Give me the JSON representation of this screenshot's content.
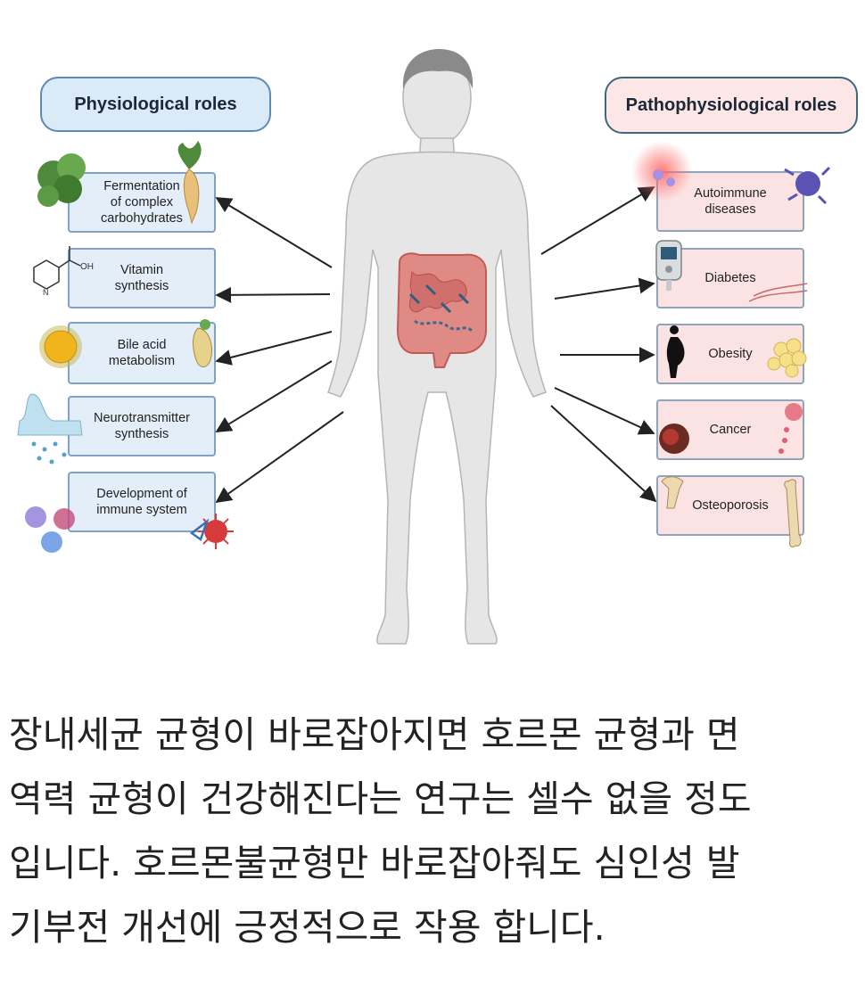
{
  "figure": {
    "left_heading": "Physiological roles",
    "right_heading": "Pathophysiological roles",
    "physiological_roles": [
      "Fermentation\nof complex\ncarbohydrates",
      "Vitamin\nsynthesis",
      "Bile acid\nmetabolism",
      "Neurotransmitter\nsynthesis",
      "Development of\nimmune system"
    ],
    "pathophysiological_roles": [
      "Autoimmune\ndiseases",
      "Diabetes",
      "Obesity",
      "Cancer",
      "Osteoporosis"
    ],
    "chem_label_oh": "OH",
    "chem_label_n": "N"
  },
  "caption": {
    "lines": [
      "장내세균 균형이 바로잡아지면 호르몬 균형과 면",
      "역력 균형이 건강해진다는 연구는 셀수 없을 정도",
      "입니다. 호르몬불균형만 바로잡아줘도 심인성 발",
      "기부전 개선에 긍정적으로 작용 합니다."
    ]
  },
  "colors": {
    "physio_box": "#e4eef8",
    "physio_border": "#7fa2c5",
    "disease_box": "#fbe3e4",
    "gut": "#e08a86",
    "body": "#e6e6e6"
  },
  "icons": [
    "lettuce-icon",
    "beet-icon",
    "pyridine-icon",
    "sun-icon",
    "root-icon",
    "synapse-icon",
    "immune-cells-icon",
    "virus-icon",
    "inflammation-icon",
    "immune-cell-icon",
    "glucometer-icon",
    "pregnant-silhouette-icon",
    "fat-cells-icon",
    "tumor-icon",
    "bone-icon"
  ]
}
